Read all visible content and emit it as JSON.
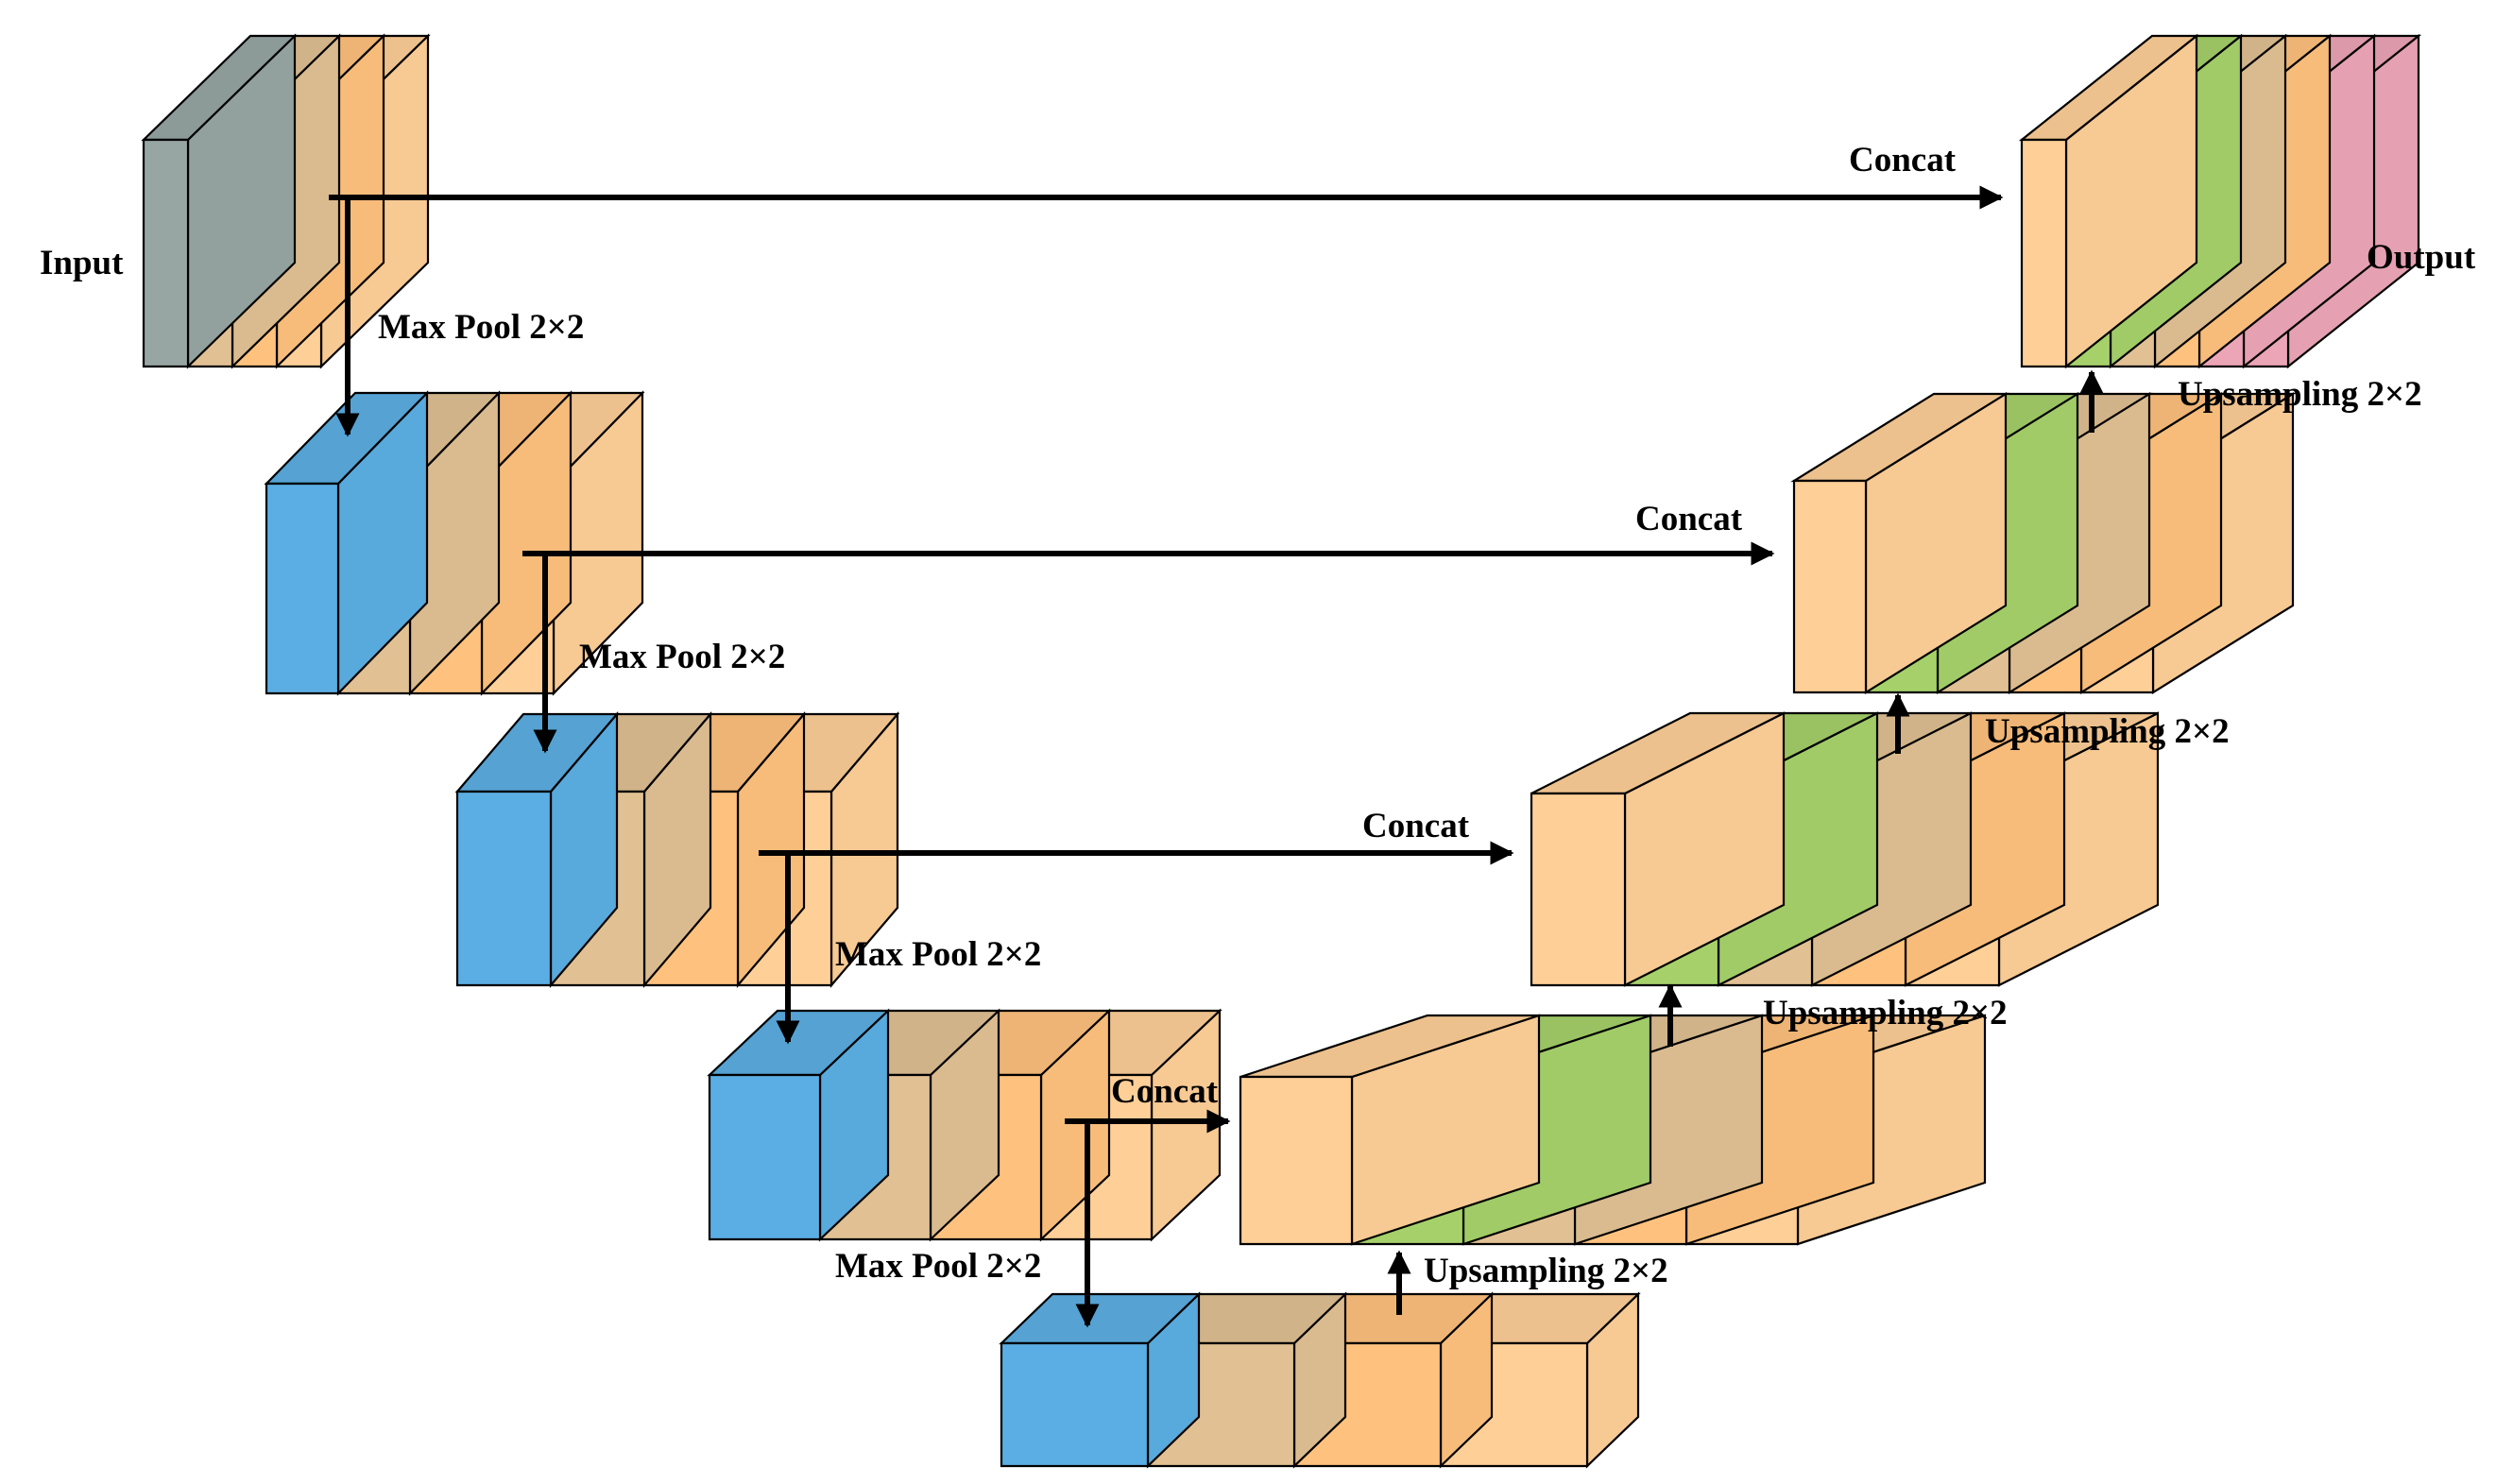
{
  "colors": {
    "orange": "#FFCF98",
    "orange_deep": "#FFC27E",
    "tan": "#E1C193",
    "blue": "#5BAEE3",
    "gray": "#97A6A3",
    "green": "#A6D16A",
    "pink": "#ECA5B6",
    "line": "#000000"
  },
  "labels": {
    "input": "Input",
    "output": "Output",
    "max_pool": "Max Pool 2×2",
    "upsampling": "Upsampling 2×2",
    "concat": "Concat"
  },
  "encoder": [
    {
      "name": "encoder-block-1",
      "slabs": [
        "gray",
        "tan",
        "orange_deep",
        "orange"
      ]
    },
    {
      "name": "encoder-block-2",
      "slabs": [
        "blue",
        "tan",
        "orange_deep",
        "orange"
      ]
    },
    {
      "name": "encoder-block-3",
      "slabs": [
        "blue",
        "tan",
        "orange_deep",
        "orange"
      ]
    },
    {
      "name": "encoder-block-4",
      "slabs": [
        "blue",
        "tan",
        "orange_deep",
        "orange"
      ]
    },
    {
      "name": "bottleneck-block",
      "slabs": [
        "blue",
        "tan",
        "orange_deep",
        "orange"
      ]
    }
  ],
  "decoder": [
    {
      "name": "decoder-block-4",
      "slabs": [
        "orange",
        "green",
        "tan",
        "orange_deep",
        "orange"
      ]
    },
    {
      "name": "decoder-block-3",
      "slabs": [
        "orange",
        "green",
        "tan",
        "orange_deep",
        "orange"
      ]
    },
    {
      "name": "decoder-block-2",
      "slabs": [
        "orange",
        "green",
        "tan",
        "orange_deep",
        "orange"
      ]
    },
    {
      "name": "output-block",
      "slabs": [
        "orange",
        "green",
        "tan",
        "orange_deep",
        "pink",
        "pink"
      ]
    }
  ]
}
